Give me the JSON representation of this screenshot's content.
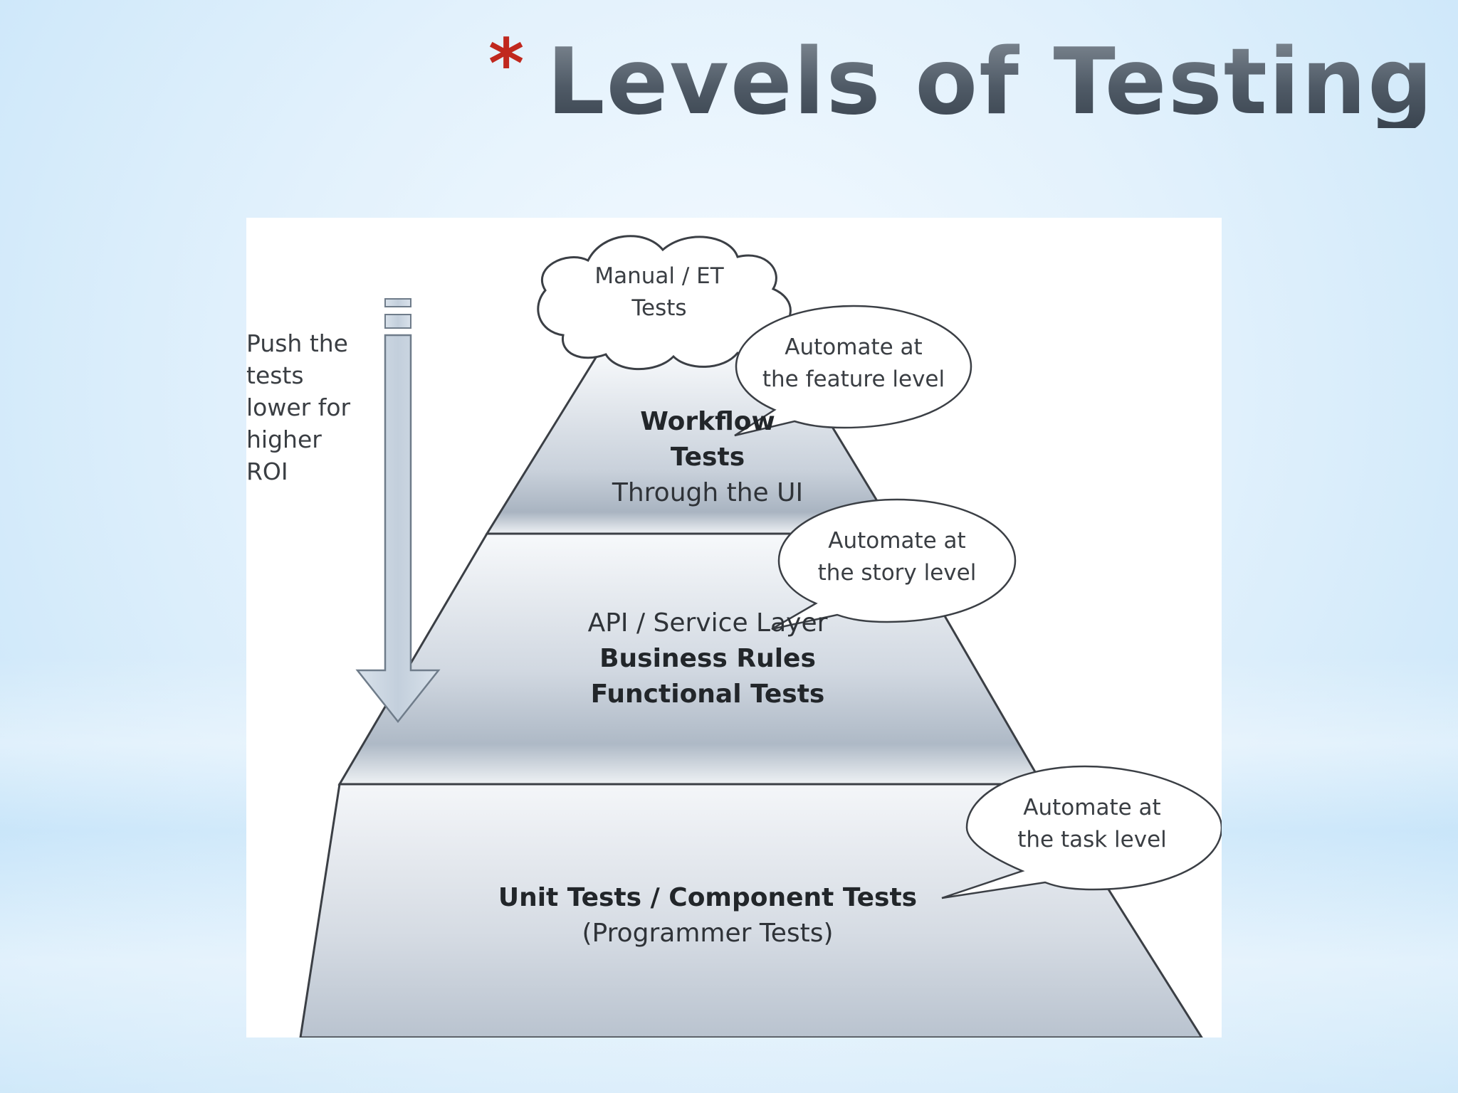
{
  "title": {
    "bullet": "*",
    "text": "Levels of Testing"
  },
  "diagram": {
    "cloud": {
      "line1": "Manual / ET",
      "line2": "Tests"
    },
    "arrow_note": [
      "Push the",
      "tests",
      "lower for",
      "higher",
      "ROI"
    ],
    "levels": [
      {
        "id": "top",
        "lines": [
          {
            "text": "Workflow",
            "bold": true
          },
          {
            "text": "Tests",
            "bold": true
          },
          {
            "text": "Through the UI",
            "bold": false
          }
        ],
        "callout": [
          "Automate at",
          "the feature level"
        ]
      },
      {
        "id": "middle",
        "lines": [
          {
            "text": "API / Service Layer",
            "bold": false
          },
          {
            "text": "Business Rules",
            "bold": true
          },
          {
            "text": "Functional Tests",
            "bold": true
          }
        ],
        "callout": [
          "Automate at",
          "the story level"
        ]
      },
      {
        "id": "bottom",
        "lines": [
          {
            "text": "Unit Tests / Component Tests",
            "bold": true
          },
          {
            "text": "(Programmer Tests)",
            "bold": false
          }
        ],
        "callout": [
          "Automate at",
          "the task level"
        ]
      }
    ]
  },
  "colors": {
    "title_bullet": "#c0281e",
    "title_text": "#4f5a66",
    "pyramid_fill_top": "#ffffff",
    "pyramid_fill_bottom": "#b8c3d1",
    "arrow_fill": "#cdd8e4"
  }
}
